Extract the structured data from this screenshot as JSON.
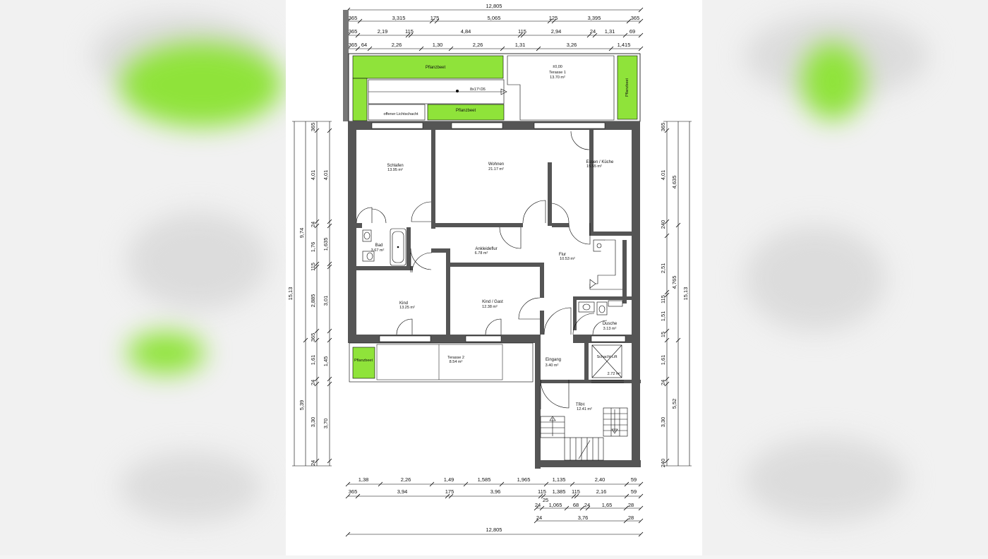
{
  "colors": {
    "plant": "#8fe33a",
    "wall": "#555555",
    "floor": "#ffffff"
  },
  "dims": {
    "top1": "12,805",
    "top2": [
      "365",
      "3,315",
      "175",
      "5,065",
      "125",
      "3,395",
      "365"
    ],
    "top3": [
      "365",
      "2,19",
      "115",
      "4,84",
      "115",
      "2,94",
      "24",
      "1,31",
      "69"
    ],
    "top4": [
      "365",
      "64",
      "2,26",
      "1,30",
      "2,26",
      "1,31",
      "3,26",
      "1,415"
    ],
    "bot1": [
      "1,38",
      "2,26",
      "1,49",
      "1,585",
      "1,965",
      "1,135",
      "2,40",
      "59"
    ],
    "bot2": [
      "365",
      "3,94",
      "175",
      "3,96",
      "115",
      "1,385",
      "115",
      "2,16",
      "59"
    ],
    "bot3": [
      "24",
      "1,065",
      "68",
      "24",
      "1,65",
      "28"
    ],
    "bot3b": "25",
    "bot4": [
      "24",
      "3,76",
      "28"
    ],
    "bot5": "12,805",
    "left1": "15,13",
    "left2a": "9,74",
    "left2b": "5,39",
    "left3": [
      "365",
      "4,01",
      "24",
      "1,76",
      "115",
      "2,885",
      "365",
      "1,61",
      "24",
      "3,30",
      "24"
    ],
    "left4": [
      "4,01",
      "1,635",
      "3,01",
      "1,45",
      "3,70"
    ],
    "right1": "15,13",
    "right2": [
      "4,635",
      "4,765",
      "5,52"
    ],
    "right3": [
      "365",
      "4,01",
      "240",
      "2,51",
      "115",
      "1,51",
      "15",
      "1,61",
      "24",
      "3,30",
      "240"
    ]
  },
  "rooms": {
    "schlafen": {
      "name": "Schlafen",
      "area": "13.95 m²"
    },
    "wohnen": {
      "name": "Wohnen",
      "area": "21.17 m²"
    },
    "essen": {
      "name": "Essen / Küche",
      "area": "15.55 m²"
    },
    "bad": {
      "name": "Bad",
      "area": "3.67 m²"
    },
    "ankleide": {
      "name": "Ankleideflur",
      "area": "6.78 m²"
    },
    "flur": {
      "name": "Flur",
      "area": "10.53 m²"
    },
    "kind": {
      "name": "Kind",
      "area": "13.25 m²"
    },
    "kindgast": {
      "name": "Kind / Gast",
      "area": "12.38 m²"
    },
    "dusche": {
      "name": "Dusche",
      "area": "3.13 m²"
    },
    "terrasse1": {
      "level": "±0,00",
      "name": "Terasse 1",
      "area": "13.70 m²"
    },
    "terrasse2": {
      "name": "Terasse 2",
      "area": "8.54 m²"
    },
    "eingang": {
      "name": "Eingang",
      "area": "3.40 m²"
    },
    "aufzug": {
      "name": "Schacht Lift",
      "area": "2.72 m²"
    },
    "trh": {
      "name": "TRH",
      "area": "12.41 m²"
    }
  },
  "labels": {
    "pflanzbeet": "Pflanzbeet",
    "pflanzbeet_top": "Pflanzbeet",
    "pflanzbeet_mid": "Pflanzbeet",
    "pflanzbeet_right": "Pflanzbeet",
    "lichtschacht": "offener Lichtschacht",
    "stair_note": "8x17⁵/26"
  }
}
